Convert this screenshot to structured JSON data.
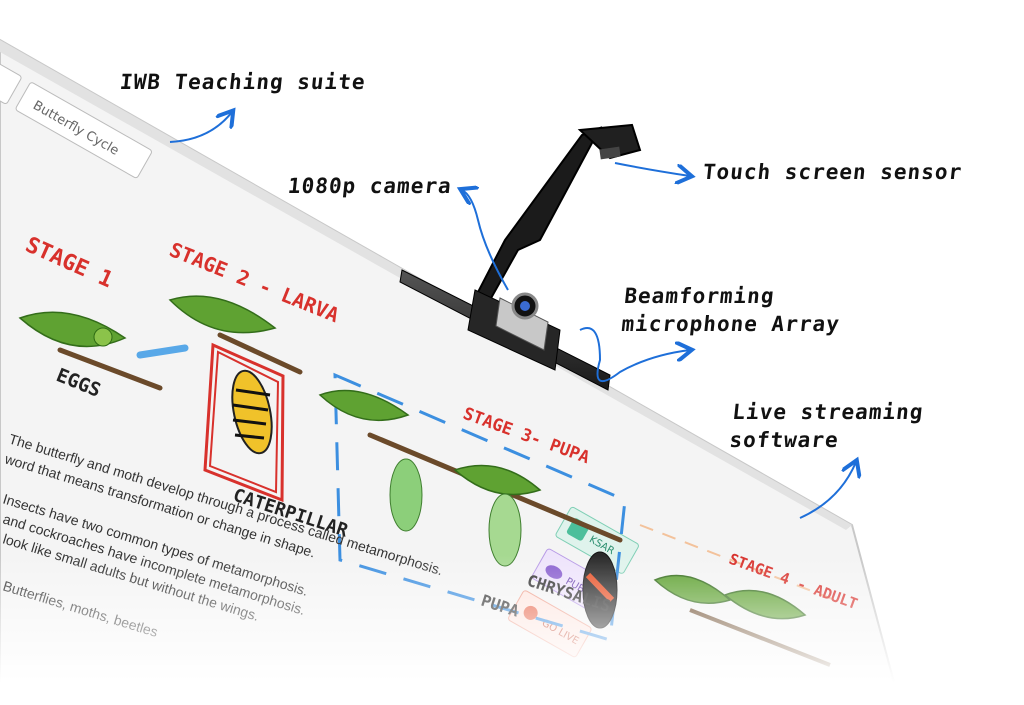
{
  "callouts": {
    "iwb_suite": "IWB Teaching suite",
    "camera": "1080p camera",
    "touch_sensor": "Touch screen sensor",
    "mic_line1": "Beamforming",
    "mic_line2": "microphone Array",
    "live_line1": "Live streaming",
    "live_line2": "software"
  },
  "screen": {
    "tab_label": "Butterfly Cycle",
    "stage1": "STAGE 1",
    "stage2": "STAGE 2 - LARVA",
    "stage3": "STAGE 3- PUPA",
    "stage4": "STAGE 4 - ADULT",
    "eggs": "EGGS",
    "caterpillar": "CATERPILLAR",
    "pupa": "PUPA",
    "chrysalis": "CHRYSALIS",
    "para1_line1": "The butterfly and moth develop through a process called metamorphosis.",
    "para1_line2": "word that means transformation or change in shape.",
    "para2_line1": "Insects have two common types of metamorphosis.",
    "para2_line2": "and cockroaches have incomplete metamorphosis.",
    "para2_line3": "look like small adults but without the wings.",
    "para3_line1": "Butterflies, moths, beetles",
    "buttons": {
      "ksar": "KSAR",
      "publish": "PUBLISH",
      "golive": "GO LIVE"
    }
  },
  "colors": {
    "arrow": "#1e6fd9",
    "stage_red": "#d8312c",
    "dash_blue": "#3c8fe0"
  },
  "icons": [
    "ksar-icon",
    "cloud-icon",
    "broadcast-icon"
  ]
}
